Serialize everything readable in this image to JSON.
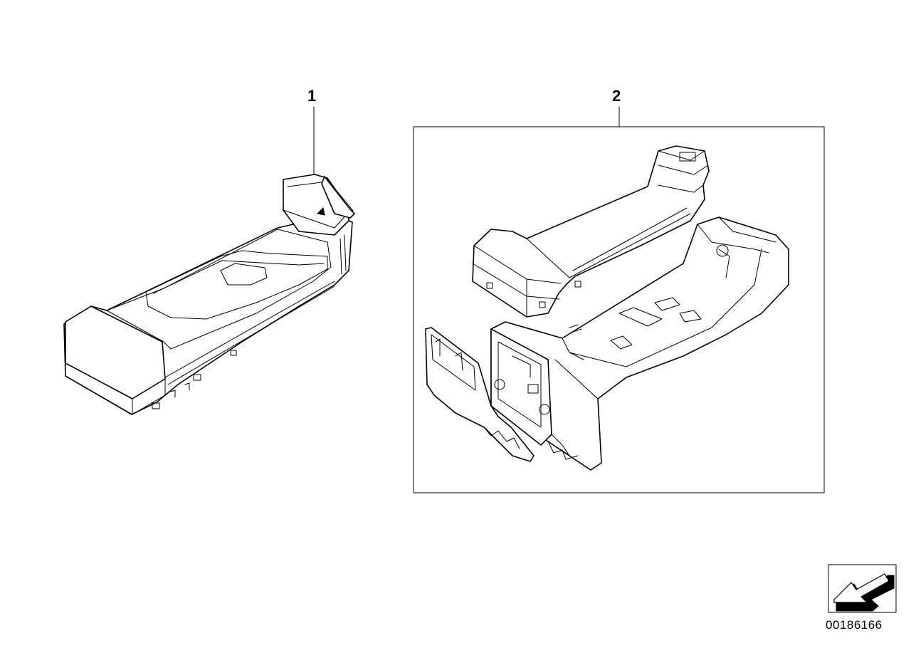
{
  "callouts": {
    "part_1": "1",
    "part_2": "2"
  },
  "diagram_id": "00186166",
  "icons": {
    "orientation": "arrow-down-left-icon"
  }
}
